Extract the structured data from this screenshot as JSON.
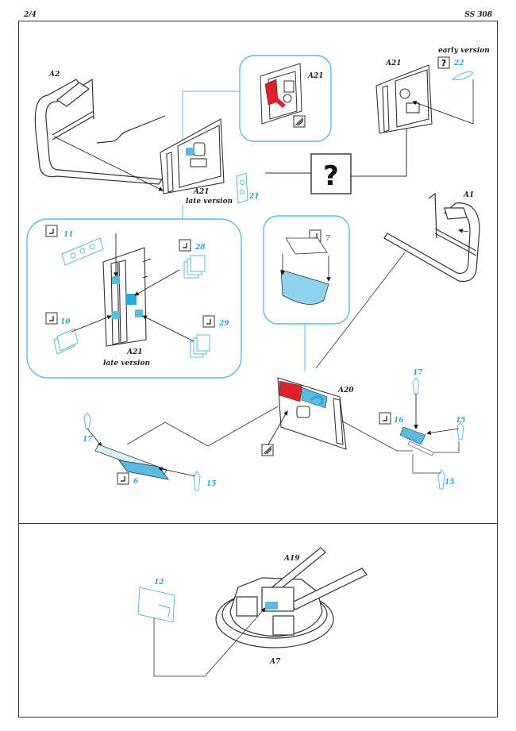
{
  "header": {
    "page": "2/4",
    "code": "SS 308"
  },
  "labels": {
    "a2": "A2",
    "a21_top": "A21",
    "a21_right": "A21",
    "early": "early version",
    "a21_mid": "A21",
    "late_mid": "late version",
    "a1": "A1",
    "a21_detail": "A21",
    "late_detail": "late version",
    "a20": "A20",
    "a19": "A19",
    "a7": "A7",
    "question": "?"
  },
  "parts": {
    "p22": "22",
    "p21": "21",
    "p11": "11",
    "p28": "28",
    "p10": "10",
    "p29": "29",
    "p7": "7",
    "p17a": "17",
    "p17b": "17",
    "p16": "16",
    "p15a": "15",
    "p15b": "15",
    "p15c": "15",
    "p6": "6",
    "p12": "12"
  },
  "colors": {
    "accent": "#2aa8d8",
    "red": "#e0202a",
    "line": "#333333",
    "callout": "#5bbbe0"
  }
}
